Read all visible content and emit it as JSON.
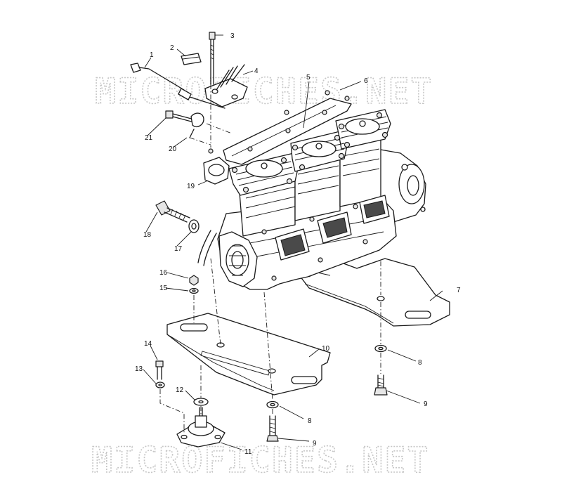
{
  "watermark": {
    "top": "MICROFICHES.NET",
    "bottom": "MICROFICHES.NET"
  },
  "callouts": [
    {
      "id": "c1",
      "label": "1"
    },
    {
      "id": "c2",
      "label": "2"
    },
    {
      "id": "c3",
      "label": "3"
    },
    {
      "id": "c4",
      "label": "4"
    },
    {
      "id": "c5",
      "label": "5"
    },
    {
      "id": "c6",
      "label": "6"
    },
    {
      "id": "c7",
      "label": "7"
    },
    {
      "id": "c8a",
      "label": "8"
    },
    {
      "id": "c8b",
      "label": "8"
    },
    {
      "id": "c9a",
      "label": "9"
    },
    {
      "id": "c9b",
      "label": "9"
    },
    {
      "id": "c10",
      "label": "10"
    },
    {
      "id": "c11",
      "label": "11"
    },
    {
      "id": "c12",
      "label": "12"
    },
    {
      "id": "c13",
      "label": "13"
    },
    {
      "id": "c14",
      "label": "14"
    },
    {
      "id": "c15",
      "label": "15"
    },
    {
      "id": "c16",
      "label": "16"
    },
    {
      "id": "c17",
      "label": "17"
    },
    {
      "id": "c18",
      "label": "18"
    },
    {
      "id": "c19",
      "label": "19"
    },
    {
      "id": "c20",
      "label": "20"
    },
    {
      "id": "c21",
      "label": "21"
    }
  ]
}
